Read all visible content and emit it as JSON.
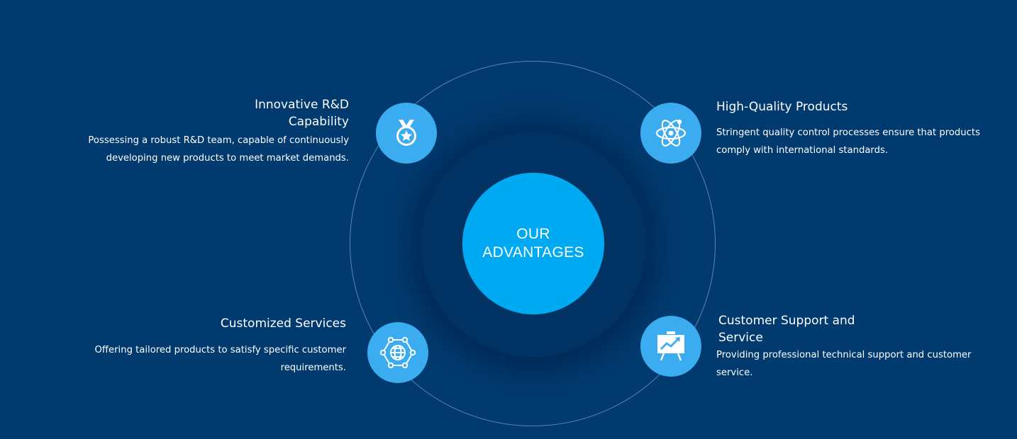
{
  "center": {
    "title": "OUR ADVANTAGES"
  },
  "features": [
    {
      "title": "Innovative R&D Capability",
      "description": "Possessing a robust R&D team, capable of continuously developing new products to meet market demands.",
      "icon": "medal-star-icon"
    },
    {
      "title": "High-Quality Products",
      "description": "Stringent quality control processes ensure that products comply with international standards.",
      "icon": "atom-icon"
    },
    {
      "title": "Customized Services",
      "description": "Offering tailored products to satisfy specific customer requirements.",
      "icon": "network-globe-icon"
    },
    {
      "title": "Customer Support and Service",
      "description": "Providing professional technical support and customer service.",
      "icon": "presentation-chart-icon"
    }
  ],
  "colors": {
    "background": "#003a6e",
    "center_circle": "#00aaf2",
    "icon_circle": "#3aacef",
    "inner_disc": "#003364",
    "text": "#ffffff"
  }
}
